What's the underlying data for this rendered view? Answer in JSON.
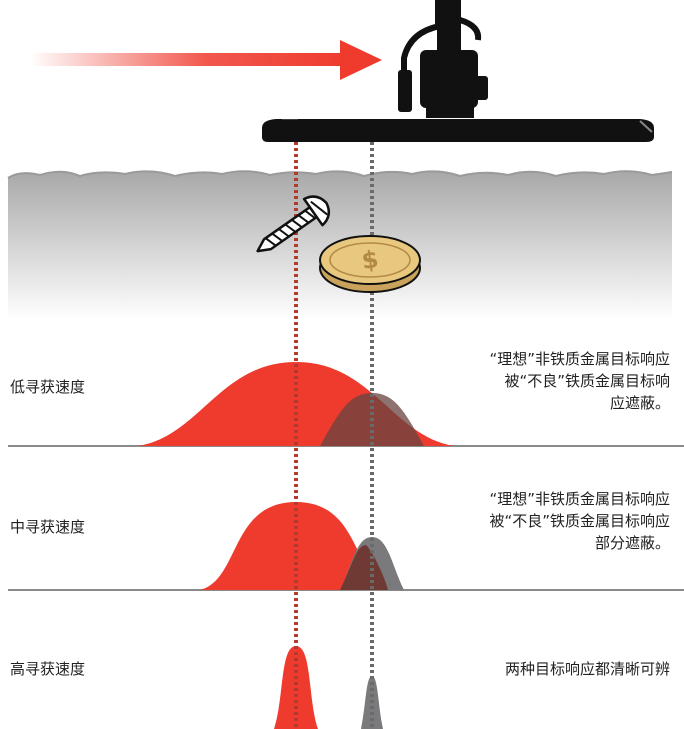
{
  "colors": {
    "target_red": "#ef3a2e",
    "target_gray": "#7a7a7c",
    "overlap": "#6e2b22",
    "ground": "#b0b0b0",
    "coin": "#e8c77e",
    "dot_red": "#b33a2e",
    "dot_gray": "#6a6a6a",
    "divider": "#8a8a8a"
  },
  "rows": [
    {
      "speed_label": "低寻获速度",
      "description": [
        "“理想”非铁质金属目标响应",
        "被“不良”铁质金属目标响",
        "应遮蔽。"
      ]
    },
    {
      "speed_label": "中寻获速度",
      "description": [
        "“理想”非铁质金属目标响应",
        "被“不良”铁质金属目标响应",
        "部分遮蔽。"
      ]
    },
    {
      "speed_label": "高寻获速度",
      "description": [
        "两种目标响应都清晰可辨"
      ]
    }
  ],
  "icons": {
    "sweep": "arrow-right-icon",
    "detector": "metal-detector-coil-icon",
    "screw": "screw-icon",
    "coin": "coin-icon"
  }
}
